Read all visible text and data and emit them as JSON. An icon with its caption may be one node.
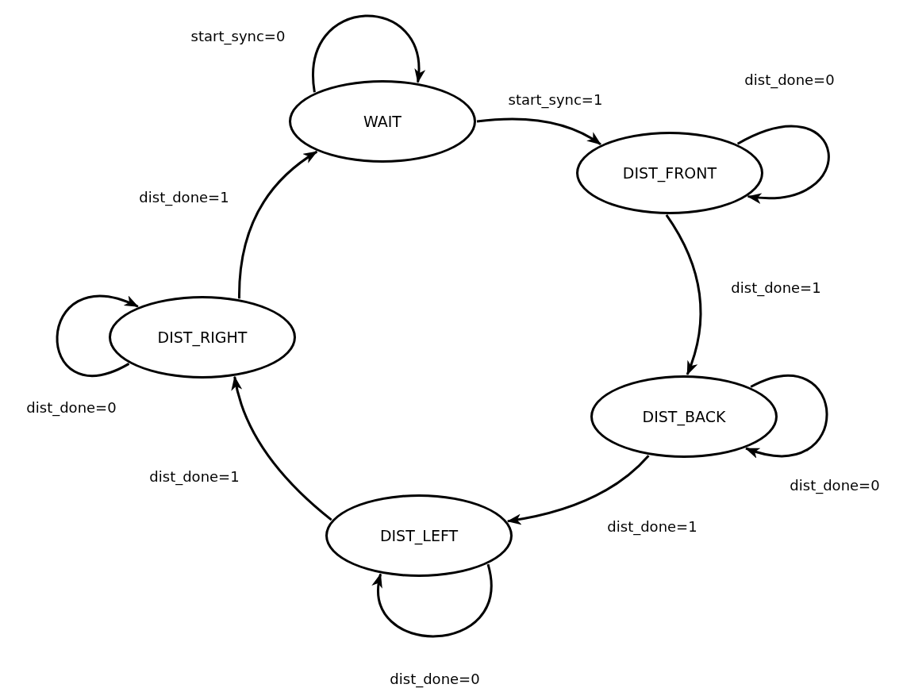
{
  "diagram": {
    "nodes": [
      {
        "text": [
          "WAIT"
        ]
      },
      {
        "text": [
          "DIST_FRONT"
        ]
      },
      {
        "text": [
          "DIST_BACK"
        ]
      },
      {
        "text": [
          "DIST_LEFT"
        ]
      },
      {
        "text": [
          "DIST_RIGHT"
        ]
      }
    ],
    "edges": [
      {
        "from": 0,
        "to": 0,
        "arrow": "to",
        "label": "start_sync=0"
      },
      {
        "from": 0,
        "to": 1,
        "arrow": "to",
        "label": "start_sync=1"
      },
      {
        "from": 1,
        "to": 1,
        "arrow": "to",
        "label": "dist_done=0"
      },
      {
        "from": 1,
        "to": 2,
        "arrow": "to",
        "label": "dist_done=1"
      },
      {
        "from": 2,
        "to": 2,
        "arrow": "to",
        "label": "dist_done=0"
      },
      {
        "from": 2,
        "to": 3,
        "arrow": "to",
        "label": "dist_done=1"
      },
      {
        "from": 3,
        "to": 3,
        "arrow": "to",
        "label": "dist_done=0"
      },
      {
        "from": 3,
        "to": 4,
        "arrow": "to",
        "label": "dist_done=1"
      },
      {
        "from": 4,
        "to": 4,
        "arrow": "to",
        "label": "dist_done=0"
      },
      {
        "from": 4,
        "to": 0,
        "arrow": "to",
        "label": "dist_done=1"
      }
    ]
  }
}
